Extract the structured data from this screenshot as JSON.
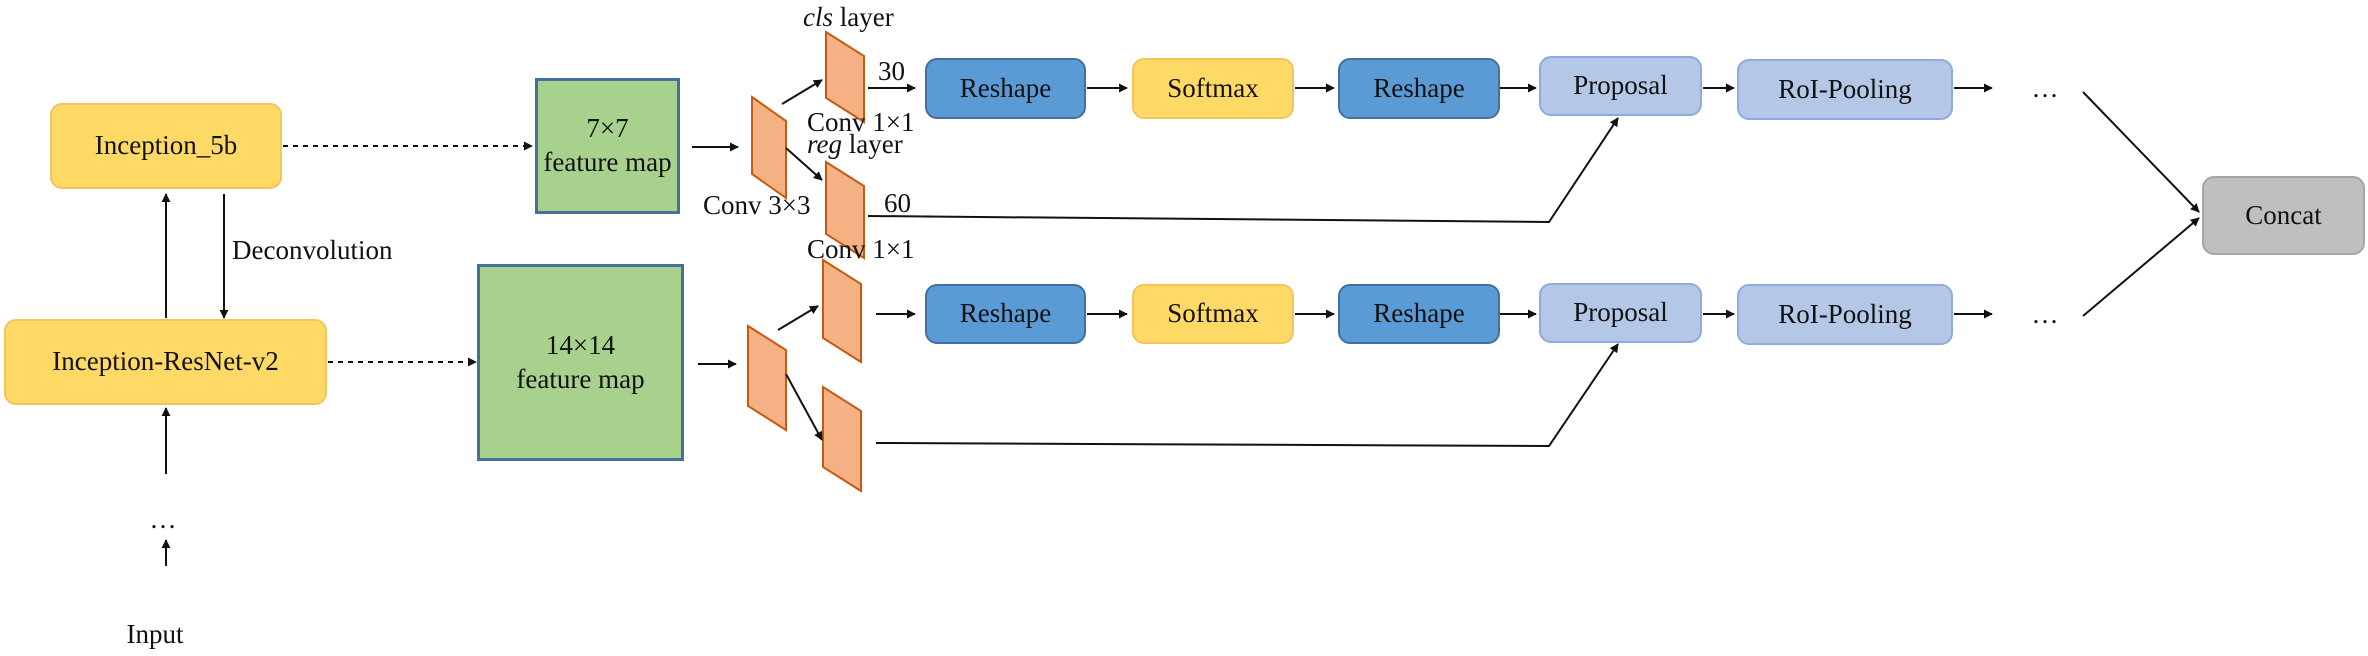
{
  "backbone": {
    "inception_5b": "Inception_5b",
    "inception_resnet_v2": "Inception-ResNet-v2",
    "deconvolution": "Deconvolution",
    "ellipsis": "…",
    "input": "Input"
  },
  "feature_maps": {
    "small": [
      "7×7",
      "feature map"
    ],
    "large": [
      "14×14",
      "feature map"
    ]
  },
  "rpn": {
    "cls_layer_name": "cls",
    "layer_word": "layer",
    "reg_layer_name": "reg",
    "conv3": "Conv 3×3",
    "conv1_top": "Conv 1×1",
    "conv1_bottom": "Conv 1×1",
    "cls_channels": "30",
    "reg_channels": "60"
  },
  "pipeline_top": [
    "Reshape",
    "Softmax",
    "Reshape",
    "Proposal",
    "RoI-Pooling"
  ],
  "pipeline_bottom": [
    "Reshape",
    "Softmax",
    "Reshape",
    "Proposal",
    "RoI-Pooling"
  ],
  "ellipsis_top": "…",
  "ellipsis_bottom": "…",
  "concat": "Concat",
  "colors": {
    "inception": "#ffd966",
    "feature_map": "#a9d18e",
    "conv": "#f4b183",
    "reshape": "#5b9bd5",
    "softmax": "#ffd966",
    "proposal": "#b4c7e7",
    "concat": "#bfbfbf"
  }
}
